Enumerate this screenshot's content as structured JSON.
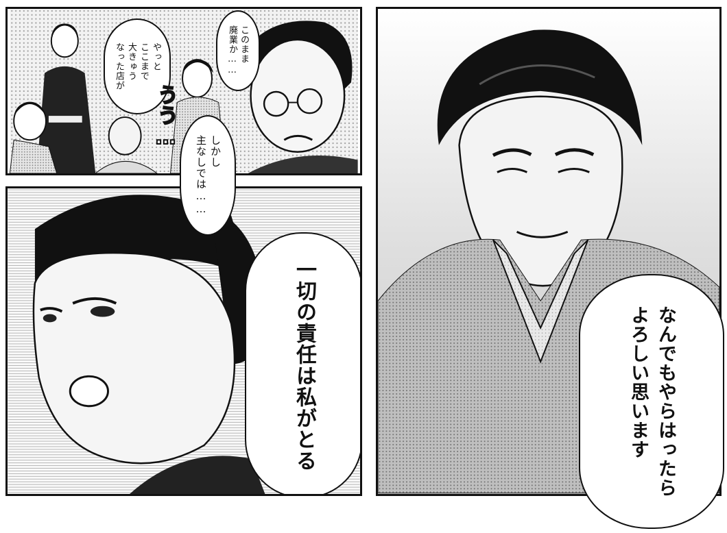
{
  "panels": {
    "top_left": {
      "bubble_closing": "このまま\n廃業か……",
      "bubble_shop": "やっと\nここまで\n大きゅう\nなった店が",
      "sfx": "うう…",
      "bubble_master": "しかし\n主なしでは……"
    },
    "bottom_left": {
      "bubble_responsibility": "一切の責任は私がとる"
    },
    "right": {
      "bubble_reply": "なんでもやらはったら\nよろしい思います"
    }
  },
  "colors": {
    "ink": "#111111",
    "paper": "#ffffff",
    "screentone": "#bdbdbd"
  }
}
